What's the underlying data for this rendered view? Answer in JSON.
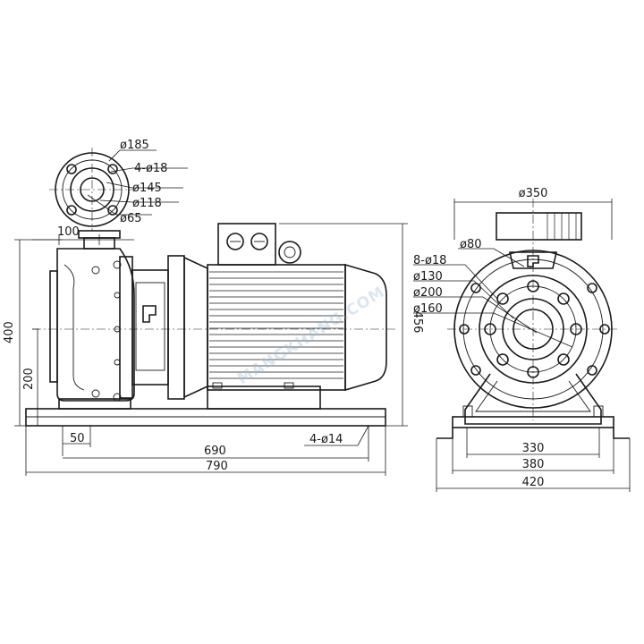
{
  "dimensions": {
    "small_flange": {
      "d185": "ø185",
      "holes": "4-ø18",
      "d145": "ø145",
      "d118": "ø118",
      "d65": "ø65"
    },
    "side": {
      "h100": "100",
      "h400": "400",
      "h200": "200",
      "h456": "456",
      "w50": "50",
      "w690": "690",
      "w790": "790",
      "base_holes": "4-ø14"
    },
    "end": {
      "d350": "ø350",
      "holes": "8-ø18",
      "d80": "ø80",
      "d130": "ø130",
      "d200": "ø200",
      "d160": "ø160",
      "w330": "330",
      "w380": "380",
      "w420": "420"
    }
  },
  "watermark": "MANGKHANG.COM"
}
